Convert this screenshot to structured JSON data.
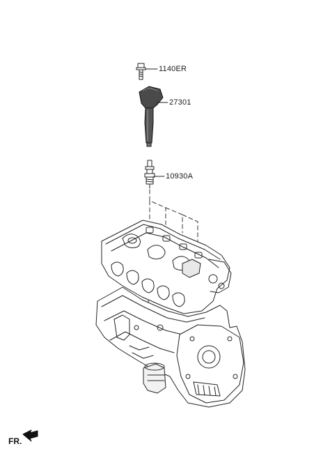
{
  "parts": [
    {
      "id": "bolt",
      "number": "1140ER"
    },
    {
      "id": "ignition-coil",
      "number": "27301"
    },
    {
      "id": "spark-plug",
      "number": "10930A"
    }
  ],
  "orientation": {
    "label": "FR."
  }
}
